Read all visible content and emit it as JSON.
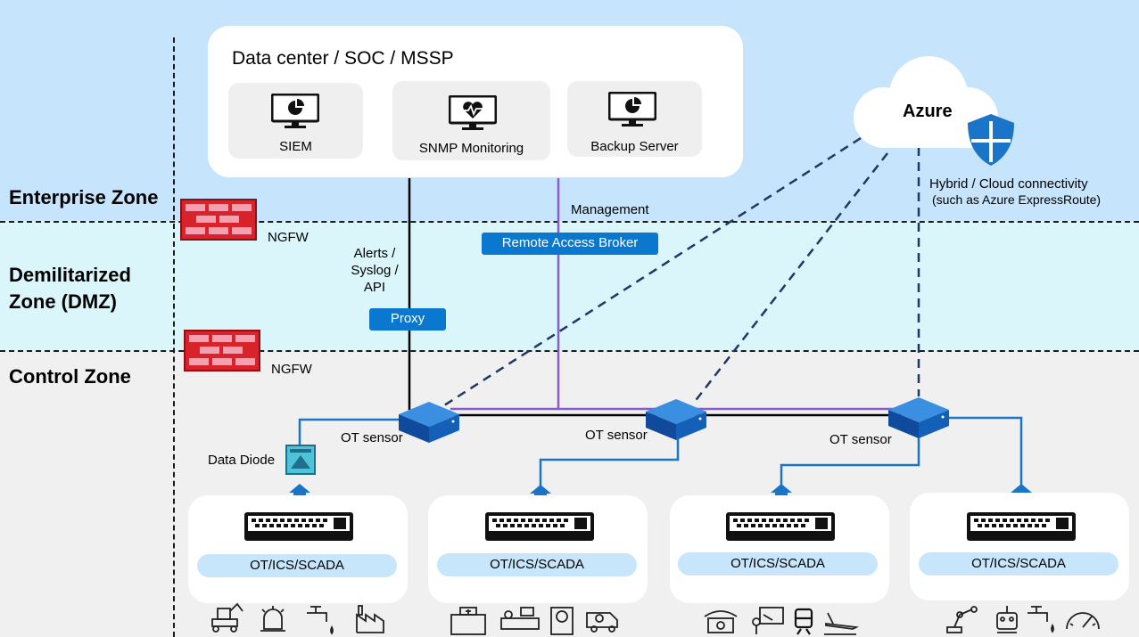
{
  "zones": {
    "enterprise": "Enterprise Zone",
    "dmz": "Demilitarized Zone (DMZ)",
    "control": "Control Zone"
  },
  "datacenter": {
    "title": "Data center / SOC / MSSP",
    "services": [
      "SIEM",
      "SNMP Monitoring",
      "Backup Server"
    ]
  },
  "azure": {
    "label": "Azure",
    "connectivity": "Hybrid / Cloud connectivity",
    "connectivity_detail": "(such as Azure ExpressRoute)"
  },
  "firewalls": {
    "upper": "NGFW",
    "lower": "NGFW"
  },
  "links": {
    "alerts": "Alerts / Syslog / API",
    "management": "Management"
  },
  "buttons": {
    "proxy": "Proxy",
    "remote_access": "Remote Access Broker"
  },
  "sensors": [
    "OT sensor",
    "OT sensor",
    "OT sensor"
  ],
  "data_diode": "Data Diode",
  "ot_segments": [
    "OT/ICS/SCADA",
    "OT/ICS/SCADA",
    "OT/ICS/SCADA",
    "OT/ICS/SCADA"
  ],
  "industry_icons": [
    [
      "excavator-icon",
      "alarm-beacon-icon",
      "water-tap-icon",
      "factory-icon"
    ],
    [
      "hospital-icon",
      "patient-bed-icon",
      "medical-device-icon",
      "ambulance-icon"
    ],
    [
      "telephone-icon",
      "classroom-icon",
      "train-icon",
      "airplane-icon"
    ],
    [
      "robot-arm-icon",
      "robot-icon",
      "water-tap-icon",
      "gauge-icon"
    ]
  ],
  "colors": {
    "enterprise_bg": "#c6e4fb",
    "dmz_bg": "#dbf6fb",
    "control_bg": "#f0f0f0",
    "accent": "#0b78d0",
    "management_line": "#8a5cc7",
    "sensor_line": "#1a74c8",
    "firewall": "#d8232a"
  }
}
